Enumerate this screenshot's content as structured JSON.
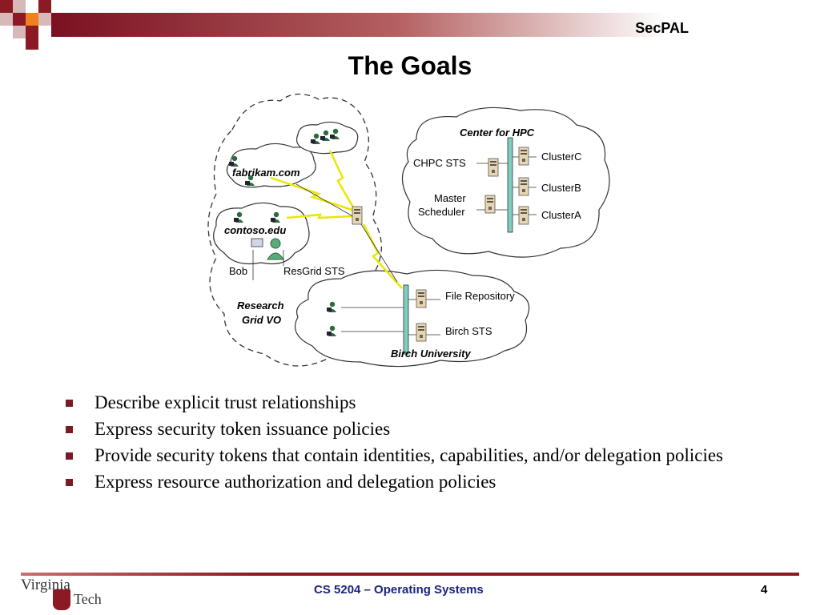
{
  "header": {
    "label": "SecPAL"
  },
  "slide": {
    "title": "The Goals"
  },
  "diagram": {
    "labels": {
      "fabrikam": "fabrikam.com",
      "contoso": "contoso.edu",
      "bob": "Bob",
      "resgrid_sts": "ResGrid STS",
      "research_vo_1": "Research",
      "research_vo_2": "Grid VO",
      "center_hpc": "Center for HPC",
      "chpc_sts": "CHPC STS",
      "master_1": "Master",
      "master_2": "Scheduler",
      "cluster_c": "ClusterC",
      "cluster_b": "ClusterB",
      "cluster_a": "ClusterA",
      "file_repo": "File Repository",
      "birch_sts": "Birch STS",
      "birch_univ": "Birch University"
    }
  },
  "bullets": [
    "Describe explicit trust relationships",
    "Express security token issuance policies",
    "Provide security tokens that contain identities, capabilities, and/or delegation policies",
    "Express resource authorization and delegation policies"
  ],
  "footer": {
    "course": "CS 5204 – Operating Systems",
    "page": "4",
    "logo_top": "Virginia",
    "logo_bottom": "Tech"
  },
  "colors": {
    "maroon": "#8b1a24",
    "footer_text": "#1a237e",
    "rail": "#7ecfc0",
    "bolt": "#f2f200"
  }
}
